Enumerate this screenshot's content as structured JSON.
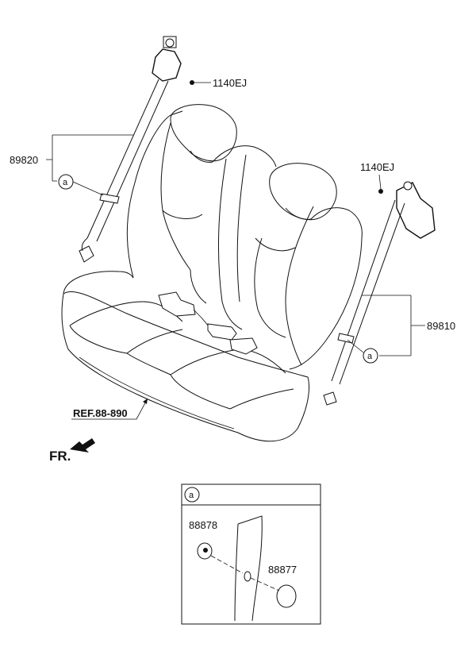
{
  "parts": {
    "bolt_upper_left": "1140EJ",
    "bolt_right": "1140EJ",
    "belt_left": "89820",
    "belt_right": "89810",
    "reference": "REF.88-890",
    "front_indicator": "FR.",
    "cover": "88878",
    "cap": "88877"
  },
  "callouts": {
    "left": "a",
    "right": "a",
    "detail_header": "a"
  }
}
